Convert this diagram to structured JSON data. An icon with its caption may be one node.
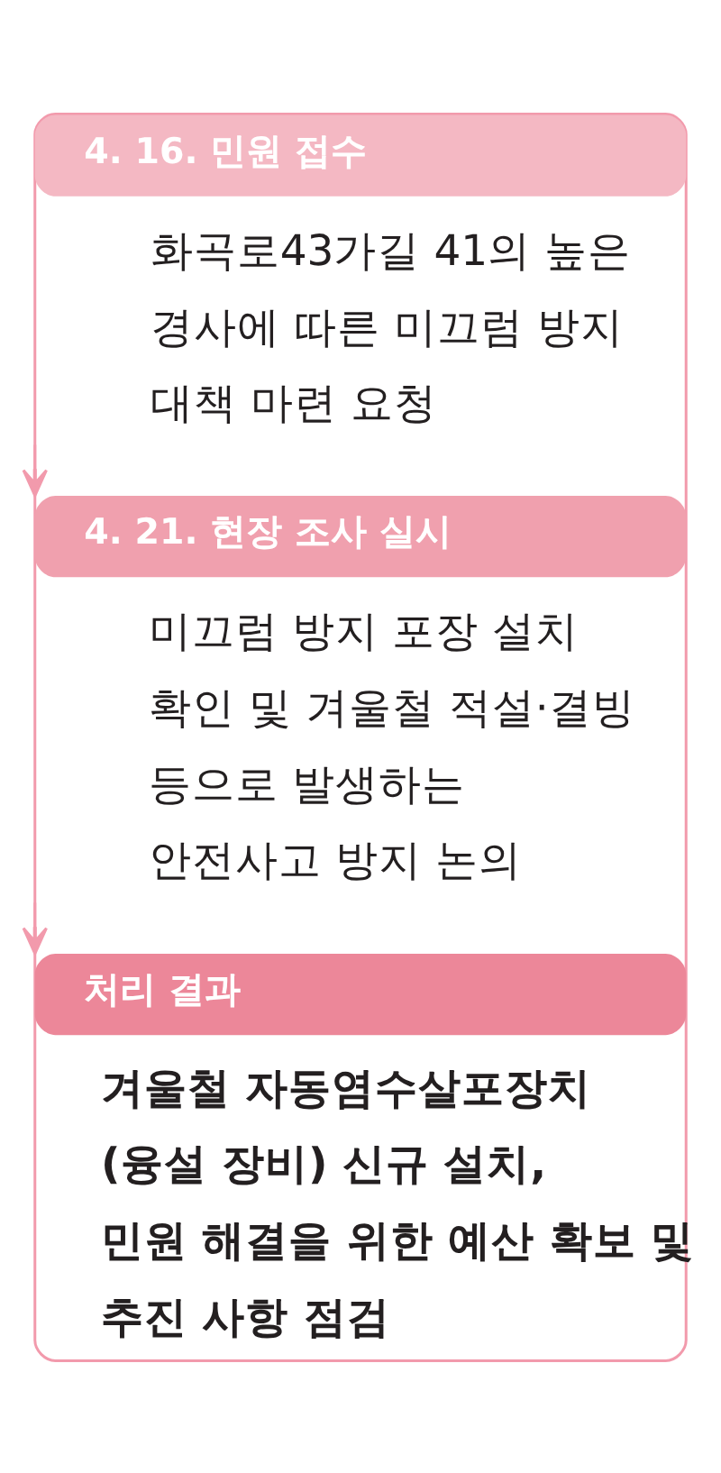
{
  "diagram": {
    "nodes": [
      {
        "text": [],
        "shape": "box"
      },
      {
        "text": [
          "4. 16. 민원 접수",
          "화곡로43가길 41의 높은 경사에 따른 미끄럼 방지 대책 마련 요청"
        ],
        "in": 0
      },
      {
        "text": [
          "4. 21. 현장 조사 실시",
          "미끄럼 방지 포장 설치 확인 및 겨울철 적설·결빙 등으로 발생하는 안전사고 방지 논의"
        ],
        "in": 0
      },
      {
        "text": [
          "처리 결과",
          "겨울철 자동염수살포장치 (융설 장비) 신규 설치, 민원 해결을 위한 예산 확보 및 추진 사항 점검"
        ],
        "in": 0
      }
    ],
    "edges": [
      {
        "from": 1,
        "to": 2,
        "arrow": "to"
      },
      {
        "from": 2,
        "to": 3,
        "arrow": "to"
      }
    ]
  }
}
